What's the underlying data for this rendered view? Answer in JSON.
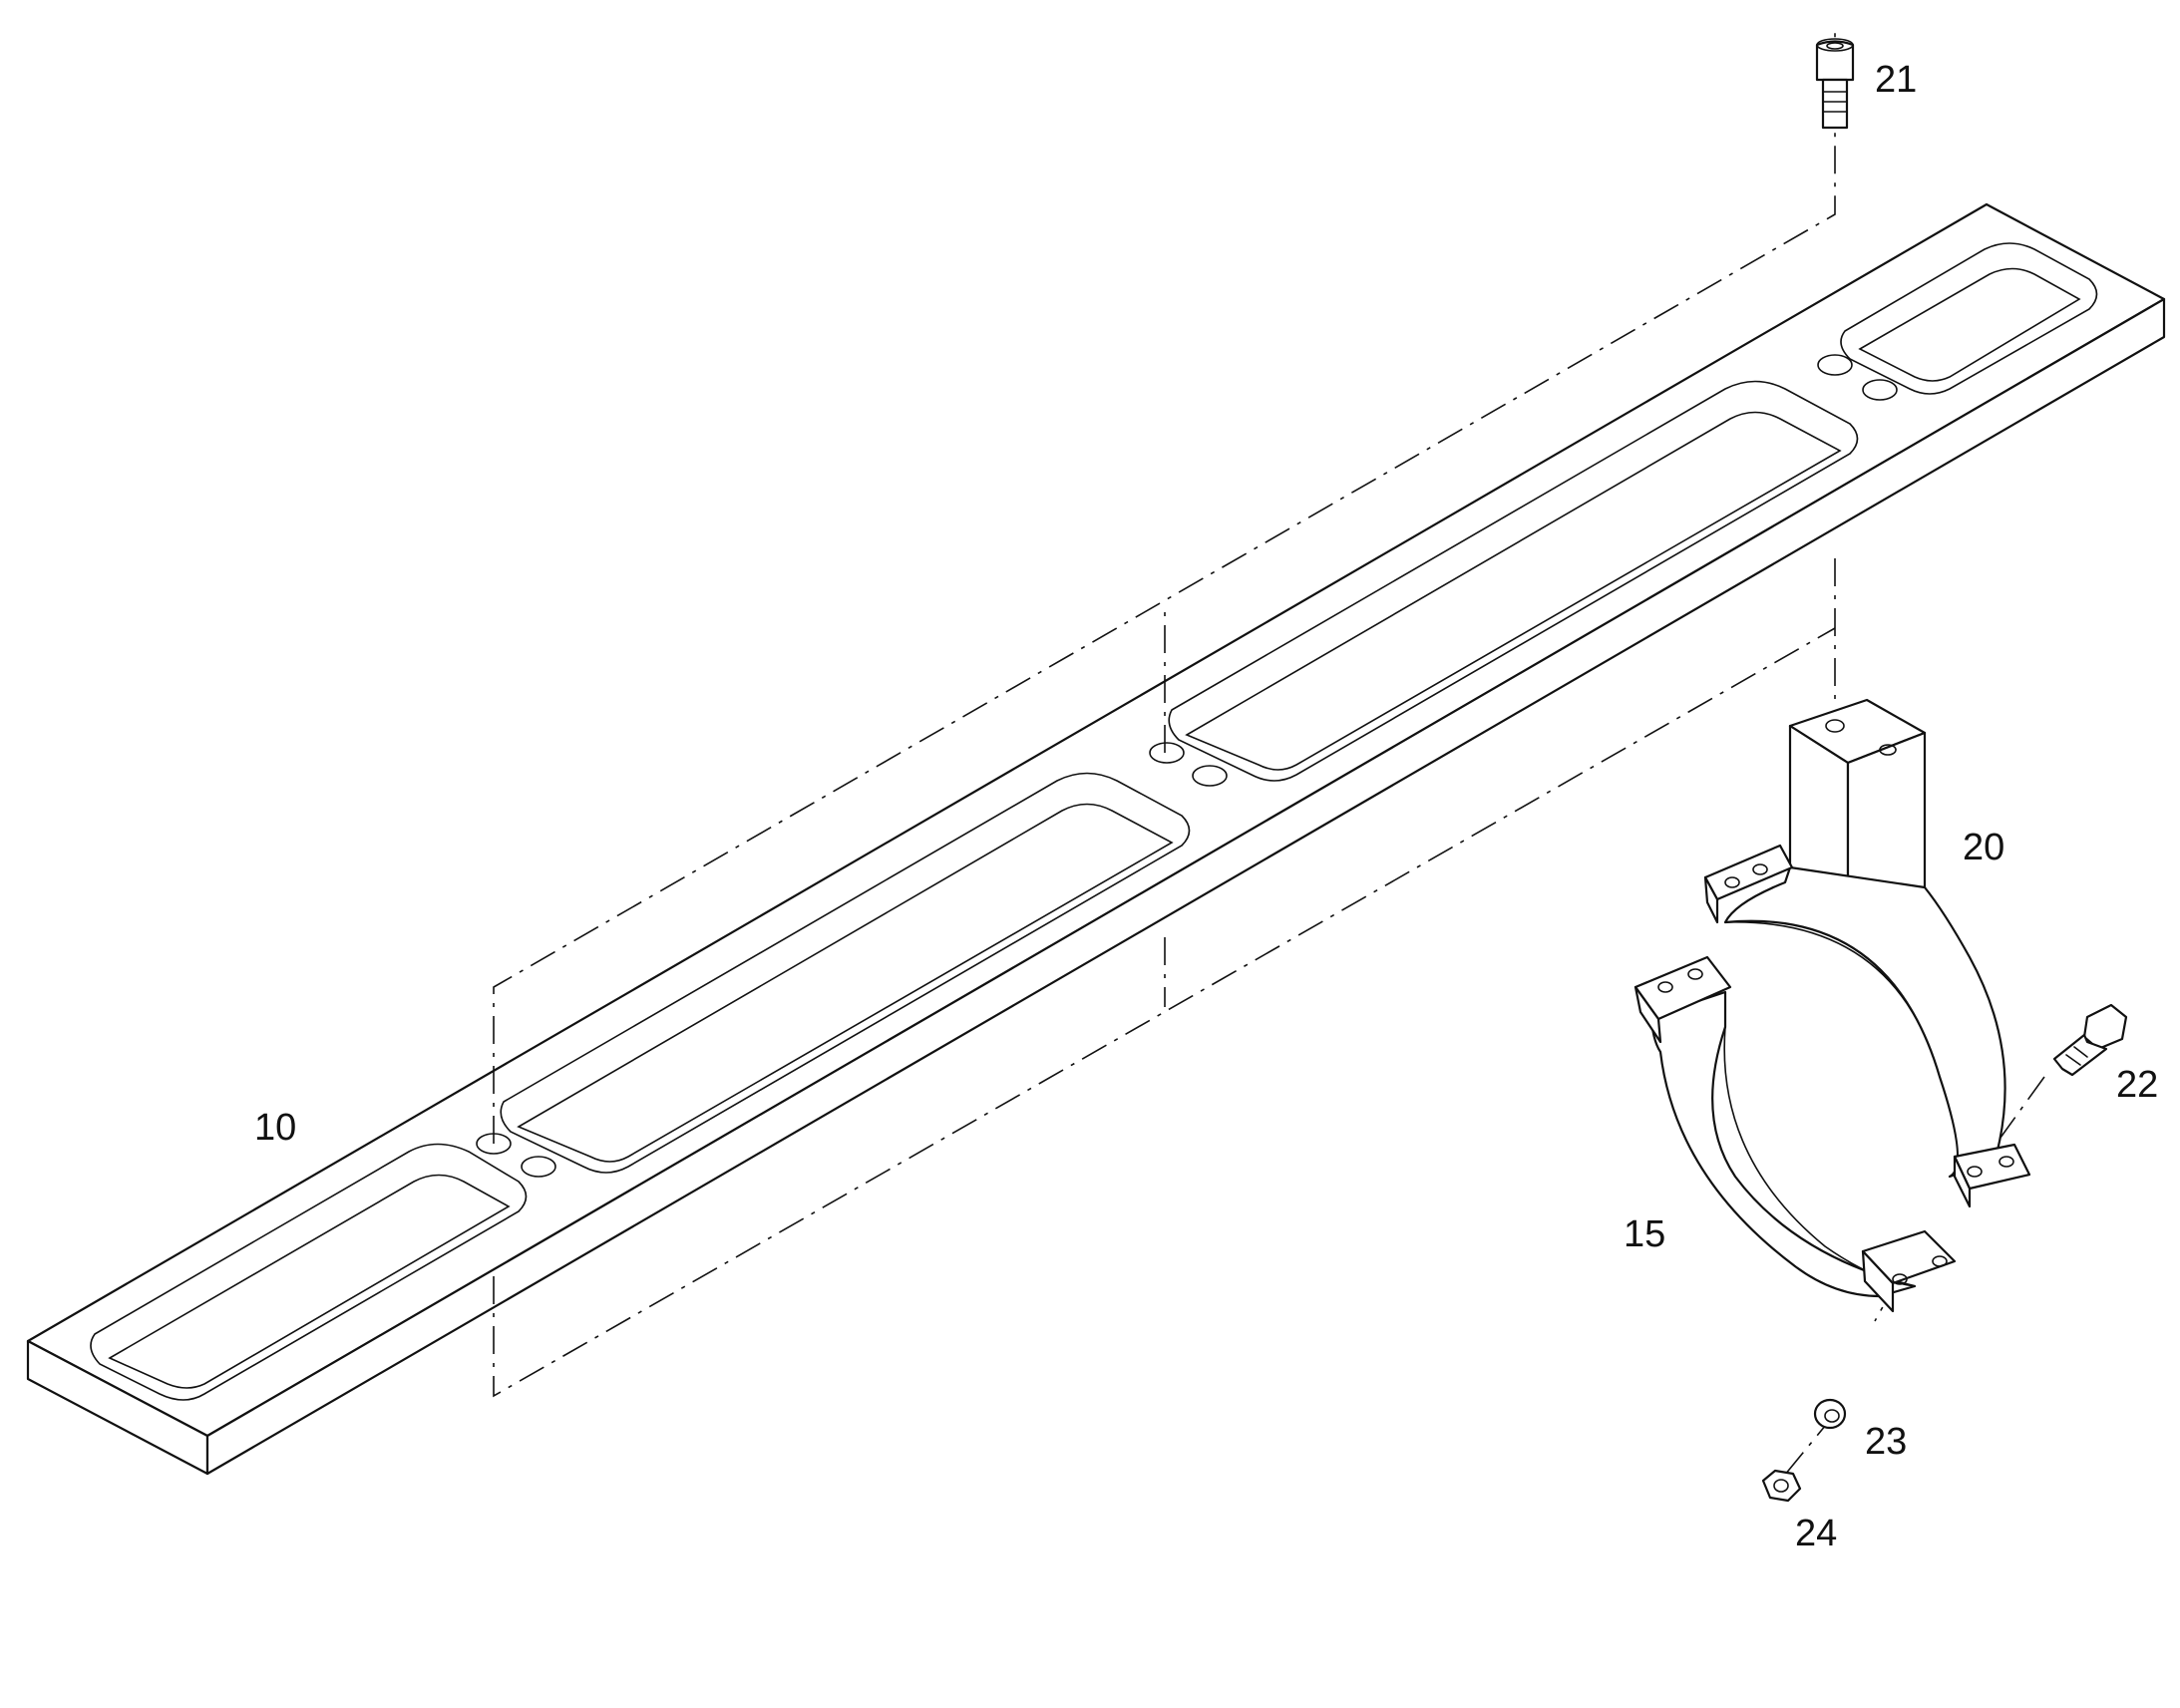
{
  "diagram": {
    "callouts": {
      "part_10": "10",
      "part_15": "15",
      "part_20": "20",
      "part_21": "21",
      "part_22": "22",
      "part_23": "23",
      "part_24": "24"
    },
    "colors": {
      "line": "#111111",
      "background": "#ffffff"
    }
  }
}
